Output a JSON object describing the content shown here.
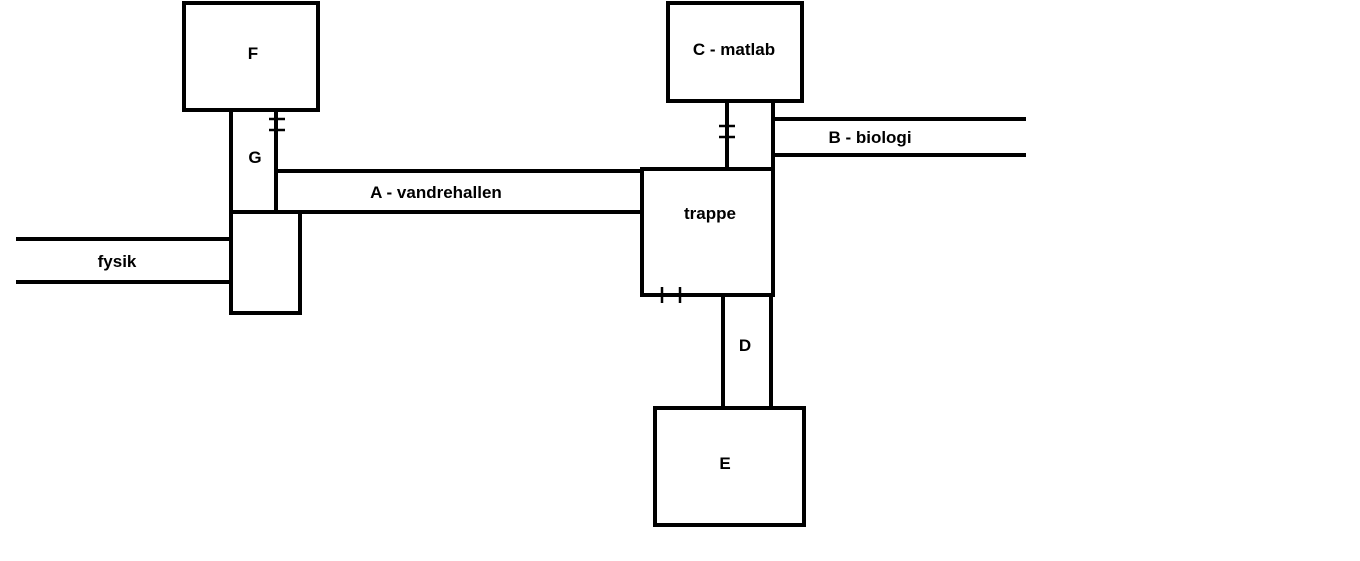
{
  "labels": {
    "room_f": "F",
    "room_c": "C - matlab",
    "room_e": "E",
    "stair": "trappe",
    "corridor_a": "A - vandrehallen",
    "corridor_b": "B - biologi",
    "corridor_d": "D",
    "corridor_g": "G",
    "corridor_fysik": "fysik"
  }
}
